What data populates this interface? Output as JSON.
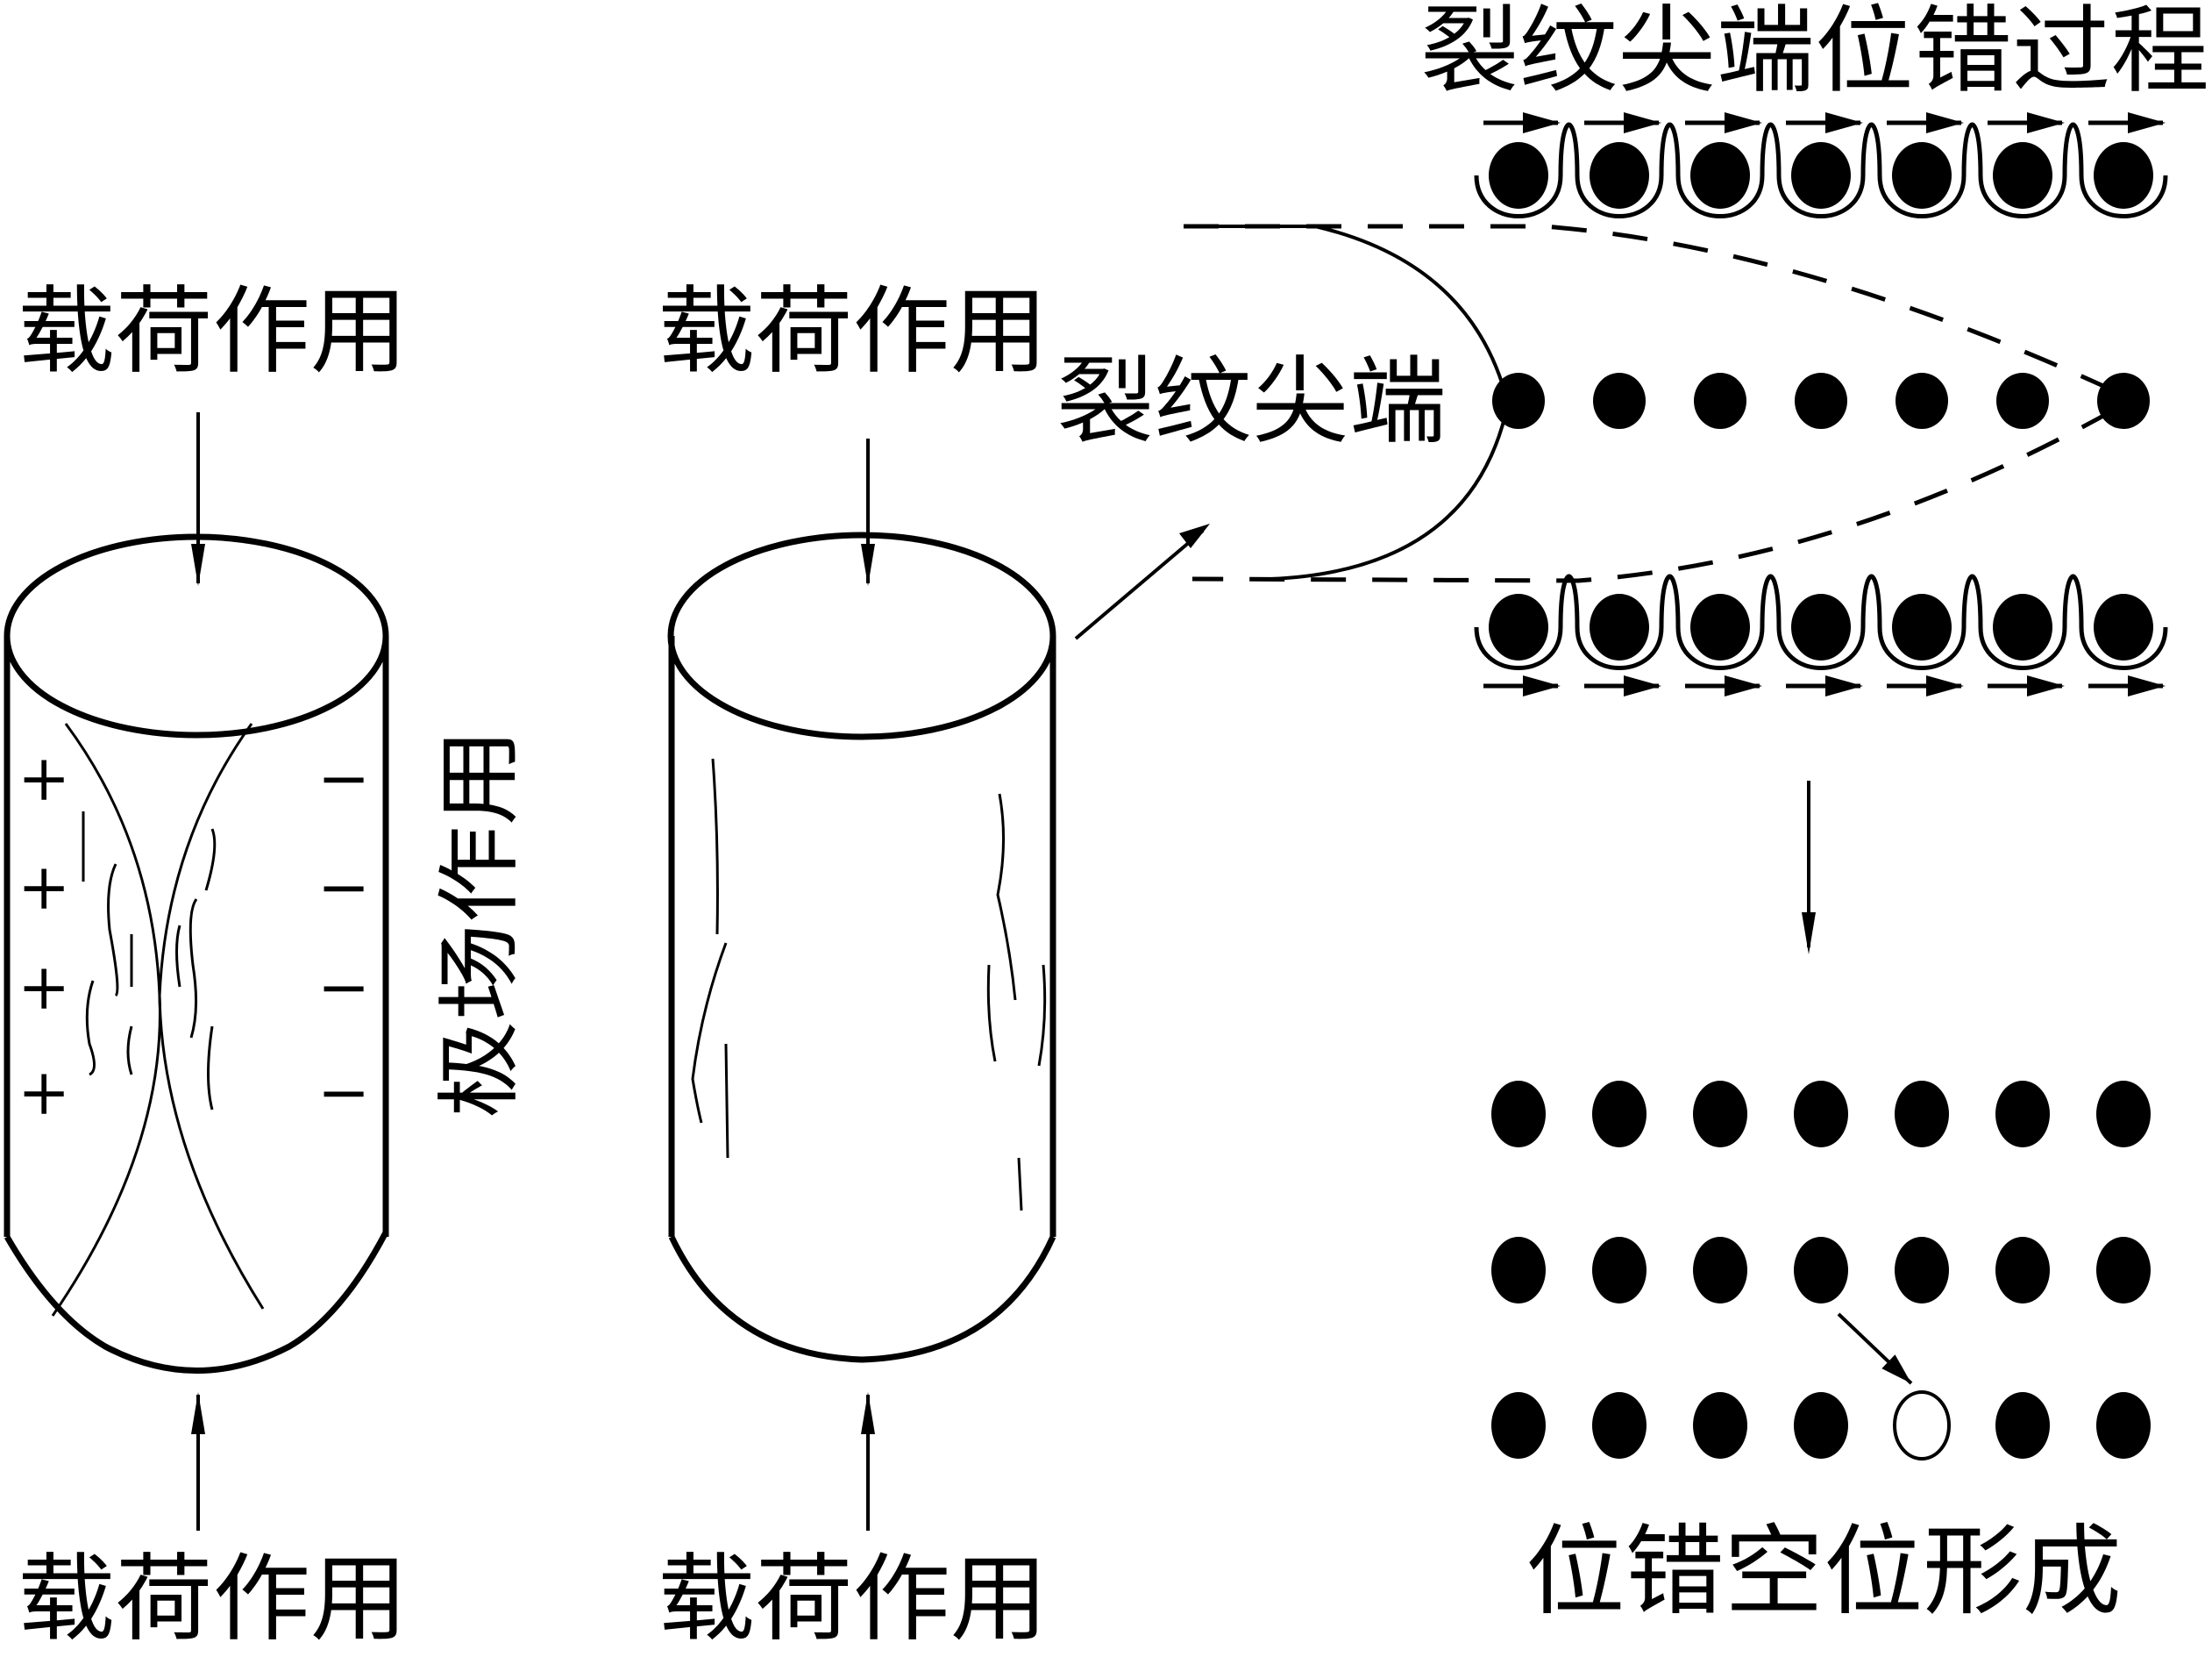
{
  "labels": {
    "load_top_left": "载荷作用",
    "load_bottom_left": "载荷作用",
    "load_top_mid": "载荷作用",
    "load_bottom_mid": "载荷作用",
    "polar_field": "极场作用",
    "crack_tip": "裂纹尖端",
    "dislocation_process": "裂纹尖端位错过程",
    "vacancy_formation": "位错空位形成"
  },
  "charges": {
    "positive": [
      "+",
      "+",
      "+",
      "+"
    ],
    "negative": [
      "−",
      "−",
      "−",
      "−"
    ]
  },
  "crack_tip_row": {
    "atoms": 7
  },
  "dislocation_rows": {
    "top": {
      "atoms": 7,
      "arrows": 7,
      "direction": "right"
    },
    "bottom": {
      "atoms": 7,
      "arrows": 7,
      "direction": "right"
    }
  },
  "vacancy_lattice": {
    "rows": 3,
    "cols": 7,
    "vacancy": {
      "row": 3,
      "col": 5
    },
    "moving_atom": {
      "row": 2,
      "col": 4
    }
  },
  "colors": {
    "ink": "#000000",
    "background": "#ffffff"
  }
}
